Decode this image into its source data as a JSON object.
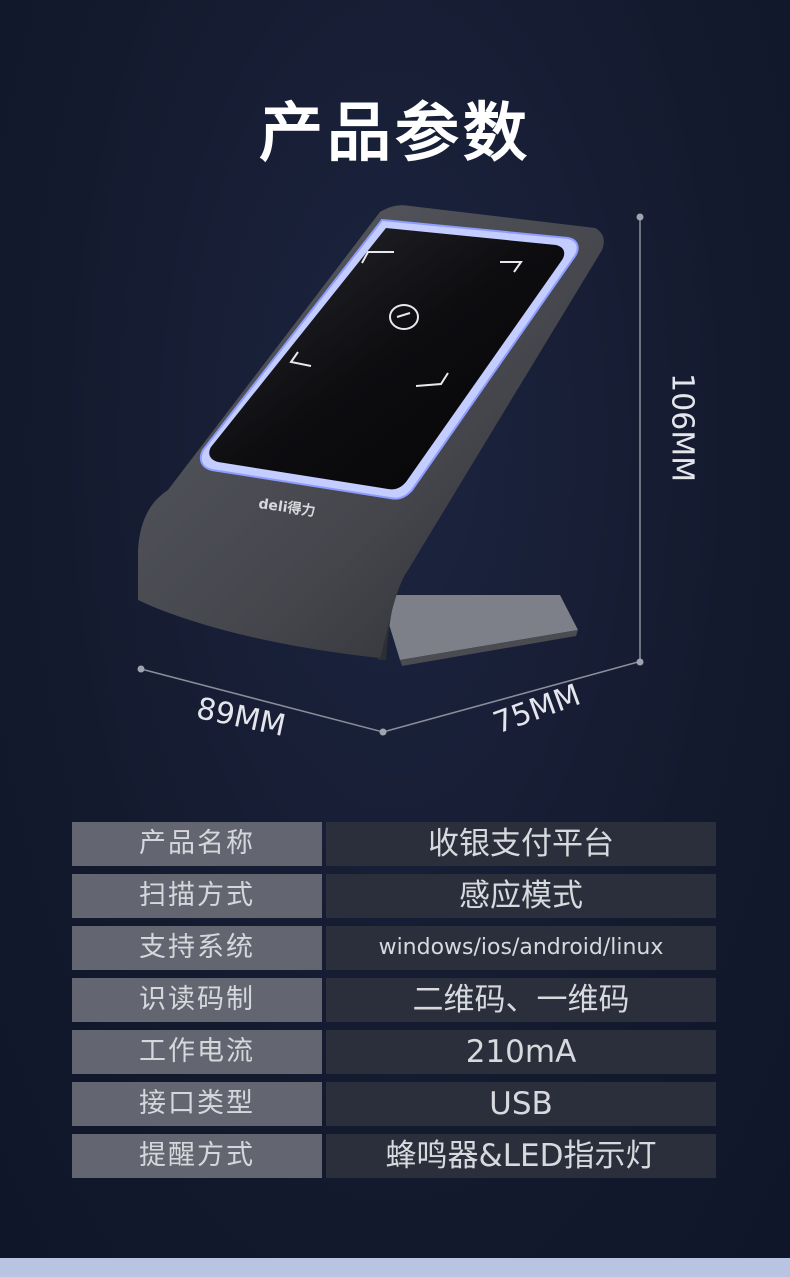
{
  "title": "产品参数",
  "brand_logo_text": "deli得力",
  "dimensions": {
    "height": "106MM",
    "width": "89MM",
    "depth": "75MM"
  },
  "specs": [
    {
      "label": "产品名称",
      "value": "收银支付平台"
    },
    {
      "label": "扫描方式",
      "value": "感应模式"
    },
    {
      "label": "支持系统",
      "value": "windows/ios/android/linux"
    },
    {
      "label": "识读码制",
      "value": "二维码、一维码"
    },
    {
      "label": "工作电流",
      "value": "210mA"
    },
    {
      "label": "接口类型",
      "value": "USB"
    },
    {
      "label": "提醒方式",
      "value": "蜂鸣器&LED指示灯"
    }
  ],
  "colors": {
    "background": "#141a2e",
    "label_cell": "#636670",
    "value_cell": "#2b2f3b",
    "screen_glow": "#b9c6ff"
  }
}
